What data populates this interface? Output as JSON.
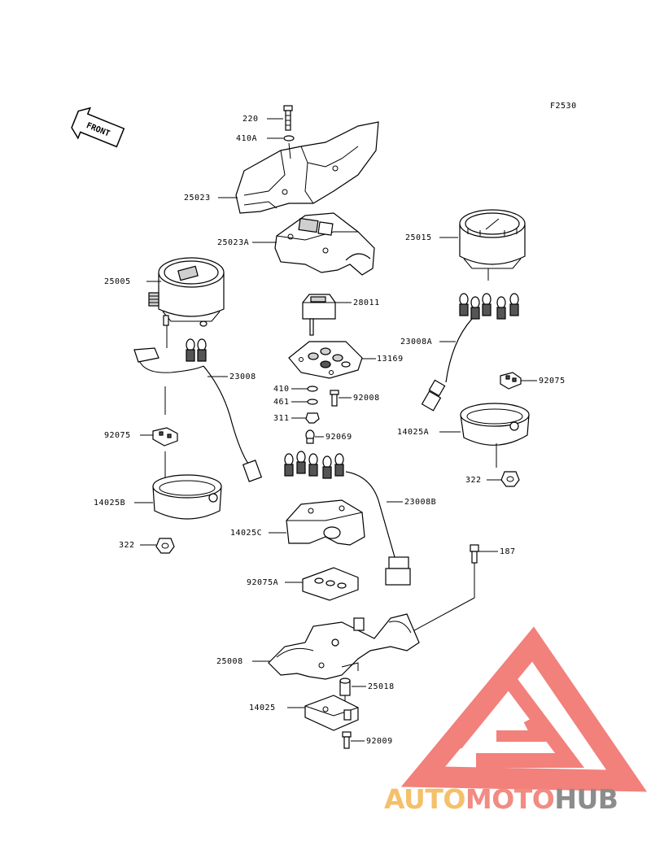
{
  "diagram": {
    "figure_code": "F2530",
    "front_label": "FRONT",
    "parts": {
      "p220": "220",
      "p410A": "410A",
      "p25023": "25023",
      "p25023A": "25023A",
      "p25015": "25015",
      "p25005": "25005",
      "p28011": "28011",
      "p23008A": "23008A",
      "p13169": "13169",
      "p23008": "23008",
      "p92075_right": "92075",
      "p410": "410",
      "p461": "461",
      "p92008": "92008",
      "p311": "311",
      "p14025A": "14025A",
      "p92075_left": "92075",
      "p92069": "92069",
      "p322_right": "322",
      "p14025B": "14025B",
      "p23008B": "23008B",
      "p14025C": "14025C",
      "p322_left": "322",
      "p187": "187",
      "p92075A": "92075A",
      "p25008": "25008",
      "p25018": "25018",
      "p14025": "14025",
      "p92009": "92009"
    }
  },
  "watermark": {
    "brand_part1": "AUTO",
    "brand_part2": "MOTO",
    "brand_part3": "HUB",
    "colors": {
      "auto": "#f5c06a",
      "moto": "#f28b82",
      "hub": "#8c8c8c",
      "logo": "#f06b64"
    }
  }
}
